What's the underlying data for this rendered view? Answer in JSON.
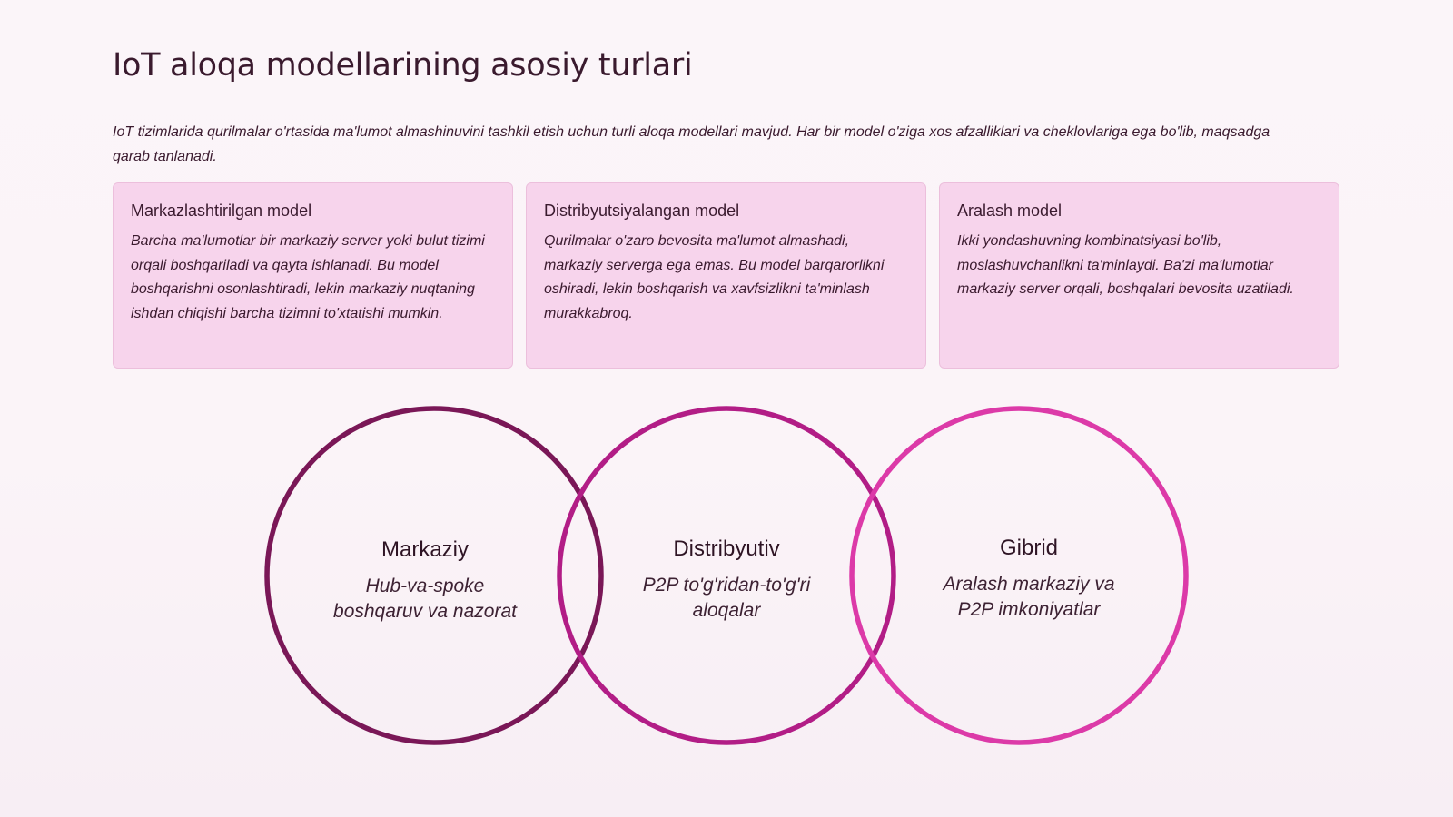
{
  "slide": {
    "title": "IoT aloqa modellarining asosiy turlari",
    "intro": "IoT tizimlarida qurilmalar o'rtasida ma'lumot almashinuvini tashkil etish uchun turli aloqa modellari mavjud. Har bir model o'ziga xos afzalliklari va cheklovlariga ega bo'lib, maqsadga qarab tanlanadi."
  },
  "cards": [
    {
      "title": "Markazlashtirilgan model",
      "text": "Barcha ma'lumotlar bir markaziy server yoki bulut tizimi orqali boshqariladi va qayta ishlanadi. Bu model boshqarishni osonlashtiradi, lekin markaziy nuqtaning ishdan chiqishi barcha tizimni to'xtatishi mumkin."
    },
    {
      "title": "Distribyutsiyalangan model",
      "text": "Qurilmalar o'zaro bevosita ma'lumot almashadi, markaziy serverga ega emas. Bu model barqarorlikni oshiradi, lekin boshqarish va xavfsizlikni ta'minlash murakkabroq."
    },
    {
      "title": "Aralash model",
      "text": "Ikki yondashuvning kombinatsiyasi bo'lib, moslashuvchanlikni ta'minlaydi. Ba'zi ma'lumotlar markaziy server orqali, boshqalari bevosita uzatiladi."
    }
  ],
  "venn": {
    "circles": [
      {
        "label": "Markaziy",
        "line1": "Hub-va-spoke",
        "line2": "boshqaruv va nazorat",
        "color": "#7a1757"
      },
      {
        "label": "Distribyutiv",
        "line1": "P2P to'g'ridan-to'g'ri",
        "line2": "aloqalar",
        "color": "#b21d86"
      },
      {
        "label": "Gibrid",
        "line1": "Aralash markaziy va",
        "line2": "P2P imkoniyatlar",
        "color": "#dc3aa8"
      }
    ]
  },
  "colors": {
    "card_bg": "#f7d4ec",
    "text": "#3a1a2e"
  }
}
